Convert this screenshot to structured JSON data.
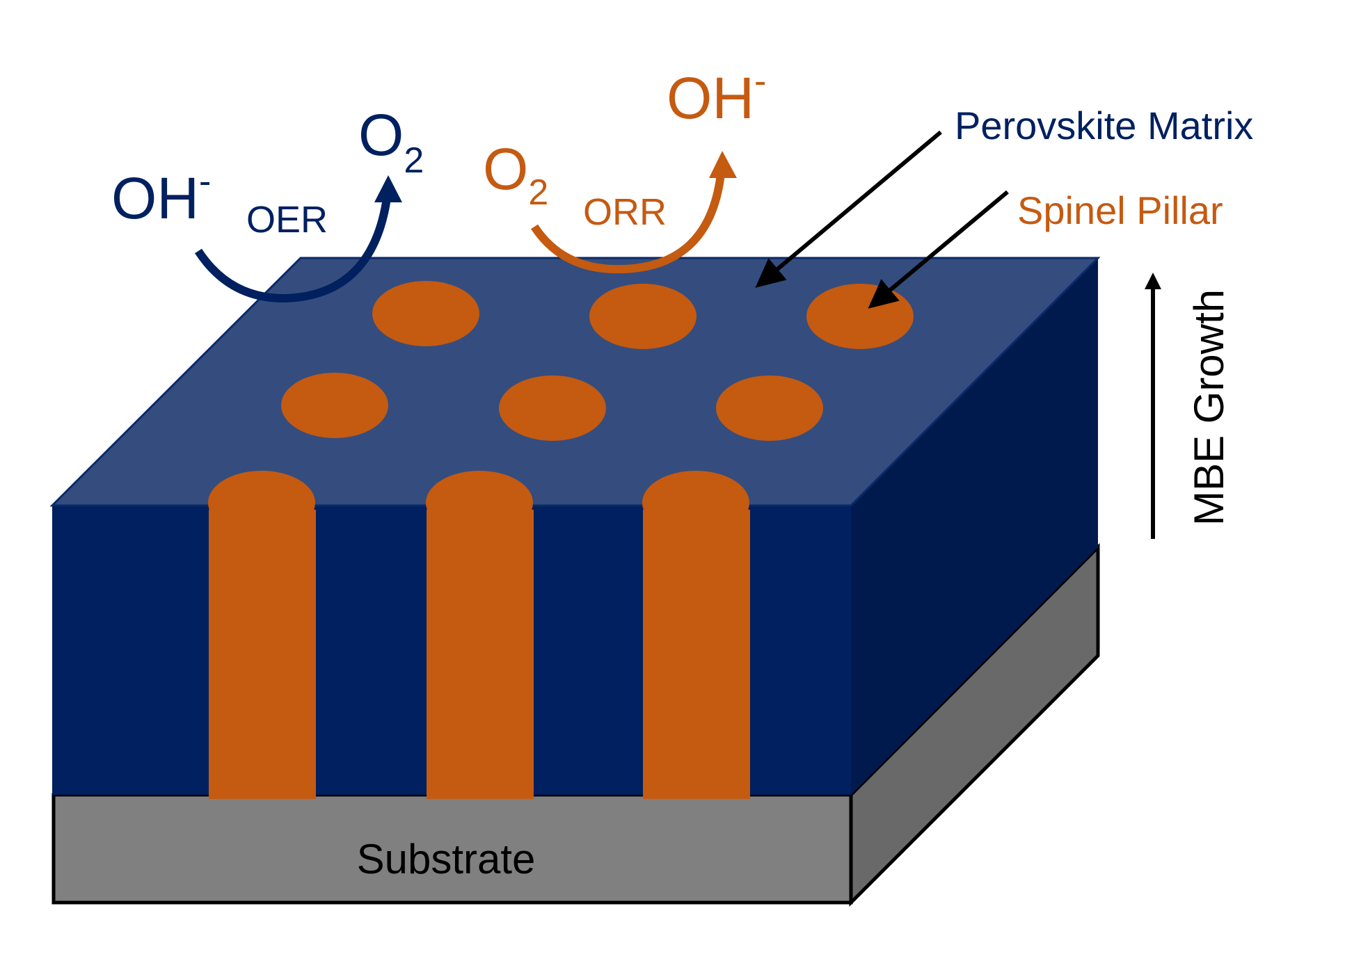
{
  "colors": {
    "matrix_front": "#002060",
    "matrix_top": "#344D7E",
    "matrix_side": "#001A4E",
    "pillar": "#C55A11",
    "substrate_front": "#808080",
    "substrate_side": "#696969",
    "outline": "#000000",
    "oer": "#002060",
    "orr": "#C55A11",
    "leader": "#000000"
  },
  "labels": {
    "perovskite_matrix": "Perovskite Matrix",
    "spinel_pillar": "Spinel Pillar",
    "substrate": "Substrate",
    "mbe_growth": "MBE Growth"
  },
  "oer": {
    "reactant_main": "OH",
    "reactant_charge": "-",
    "process": "OER",
    "product_main": "O",
    "product_sub": "2"
  },
  "orr": {
    "reactant_main": "O",
    "reactant_sub": "2",
    "process": "ORR",
    "product_main": "OH",
    "product_charge": "-"
  },
  "structure": {
    "pillar_count_front": 3,
    "pillar_tops_visible": 9,
    "top_face_pillar_rows": 2,
    "top_face_pillars_per_row": 3
  }
}
